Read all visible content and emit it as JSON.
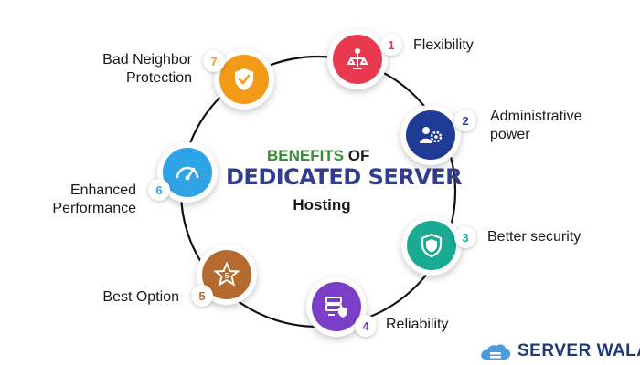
{
  "title": {
    "benefits": "BENEFITS",
    "of": "OF",
    "main": "DEDICATED SERVER",
    "sub": "Hosting"
  },
  "items": [
    {
      "number": "1",
      "label_lines": [
        "Flexibility"
      ],
      "icon": "balance-person-icon",
      "color": "#e8394e"
    },
    {
      "number": "2",
      "label_lines": [
        "Administrative",
        "power"
      ],
      "icon": "admin-gears-icon",
      "color": "#1f3b95"
    },
    {
      "number": "3",
      "label_lines": [
        "Better security"
      ],
      "icon": "shield-icon",
      "color": "#1aa991"
    },
    {
      "number": "4",
      "label_lines": [
        "Reliability"
      ],
      "icon": "secure-server-icon",
      "color": "#7a3ec7"
    },
    {
      "number": "5",
      "label_lines": [
        "Best Option"
      ],
      "icon": "star-badge-icon",
      "color": "#b56a2f"
    },
    {
      "number": "6",
      "label_lines": [
        "Enhanced",
        "Performance"
      ],
      "icon": "speedometer-icon",
      "color": "#2ea3e6"
    },
    {
      "number": "7",
      "label_lines": [
        "Bad Neighbor",
        "Protection"
      ],
      "icon": "shield-check-icon",
      "color": "#f39a18"
    }
  ],
  "star_badge_text": "5",
  "brand": {
    "name": "SERVER WALA",
    "logo_icon": "cloud-icon"
  }
}
